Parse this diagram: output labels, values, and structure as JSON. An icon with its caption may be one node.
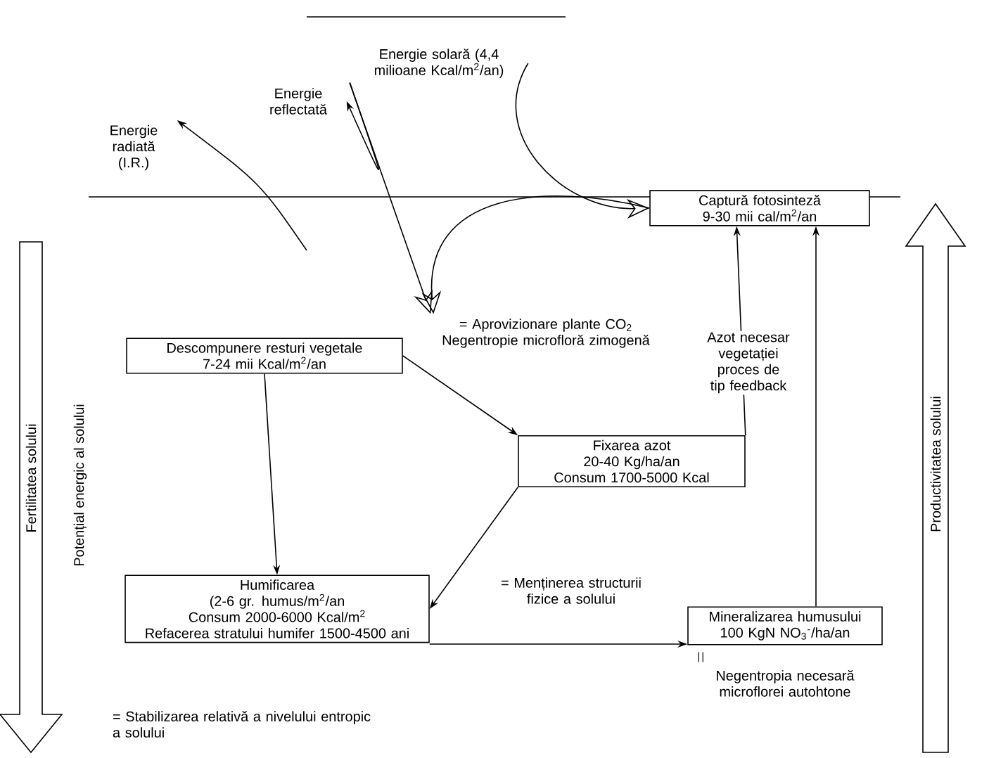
{
  "diagram": {
    "nodes": [
      {
        "text": [
          "Energie solară (4,4 milioane Kcal/m$^{2}$/an)"
        ]
      },
      {
        "text": [
          "Energie radiată (I.R.)"
        ]
      },
      {
        "text": [
          "Energie reflectată"
        ]
      },
      {
        "text": [
          "Captură fotosinteză",
          "9-30 mii cal/m$^{2}$/an"
        ]
      },
      {
        "text": [
          "Descompunere resturi vegetale",
          "7-24 mii Kcal/m$^{2}$/an"
        ]
      },
      {
        "text": [
          "= Aprovizionare plante CO$_{2}$ Negentropie microfloră zimogenă"
        ]
      },
      {
        "text": [
          "Fixarea azot",
          "20-40 Kg/ha/an",
          "Consum 1700-5000 Kcal"
        ]
      },
      {
        "text": [
          "Humificarea",
          "(2-6 gr. humus/m$^{2}$/an",
          "Consum 2000-6000 Kcal/m$^{2}$",
          "Refacerea stratului humifer 1500-4500 ani"
        ]
      },
      {
        "text": [
          "Mineralizarea humusului",
          "100 KgN NO$_{3}$$^{-}$/ha/an"
        ],
        "beside": [
          "Negentropia necesară microflorei autohtone"
        ]
      }
    ],
    "edges": [
      {
        "from": 0,
        "to": 3,
        "arrow": "to"
      },
      {
        "from": 0,
        "to": 5,
        "arrow": "to"
      },
      {
        "from": 3,
        "to": 5,
        "arrow": "to"
      },
      {
        "from": 0,
        "to": 2,
        "arrow": "to"
      },
      {
        "from": null,
        "to": 1,
        "arrow": "to"
      },
      {
        "from": 4,
        "to": 6,
        "arrow": "to"
      },
      {
        "from": 4,
        "to": 7,
        "arrow": "to"
      },
      {
        "from": 6,
        "to": 7,
        "arrow": "to"
      },
      {
        "from": 6,
        "to": 3,
        "arrow": "to",
        "label": "Azot necesar vegetației proces de tip feedback"
      },
      {
        "from": 7,
        "to": 8,
        "arrow": "to",
        "label": "= Menținerea structurii fizice a solului"
      },
      {
        "from": 8,
        "to": 3,
        "arrow": "to"
      }
    ],
    "labels": [
      "Fertilitatea solului",
      "Potențial energic al solului",
      "= Stabilizarea relativă a nivelului entropic a solului",
      "Productivitatea solului"
    ]
  }
}
